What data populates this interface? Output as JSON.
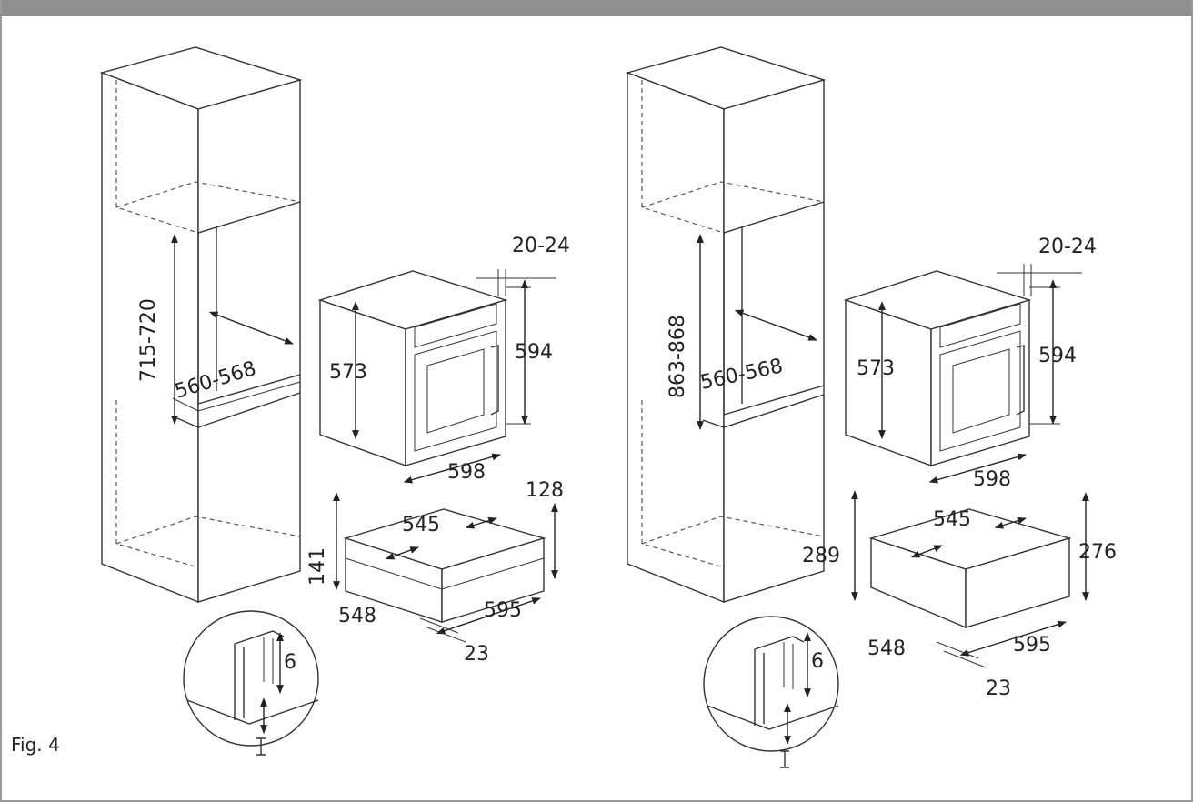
{
  "figure_label": "Fig. 4",
  "left": {
    "cabinet_height": "715-720",
    "cabinet_width": "560-568",
    "oven_gap": "20-24",
    "oven_inner_height": "573",
    "oven_height": "594",
    "oven_width": "598",
    "drawer_top_gap": "128",
    "drawer_depth": "545",
    "drawer_height": "141",
    "drawer_side": "548",
    "drawer_width": "595",
    "drawer_front": "23",
    "detail_gap": "6"
  },
  "right": {
    "cabinet_height": "863-868",
    "cabinet_width": "560-568",
    "oven_gap": "20-24",
    "oven_inner_height": "573",
    "oven_height": "594",
    "oven_width": "598",
    "drawer_depth": "545",
    "drawer_height": "289",
    "drawer_right_height": "276",
    "drawer_side": "548",
    "drawer_width": "595",
    "drawer_front": "23",
    "detail_gap": "6"
  }
}
